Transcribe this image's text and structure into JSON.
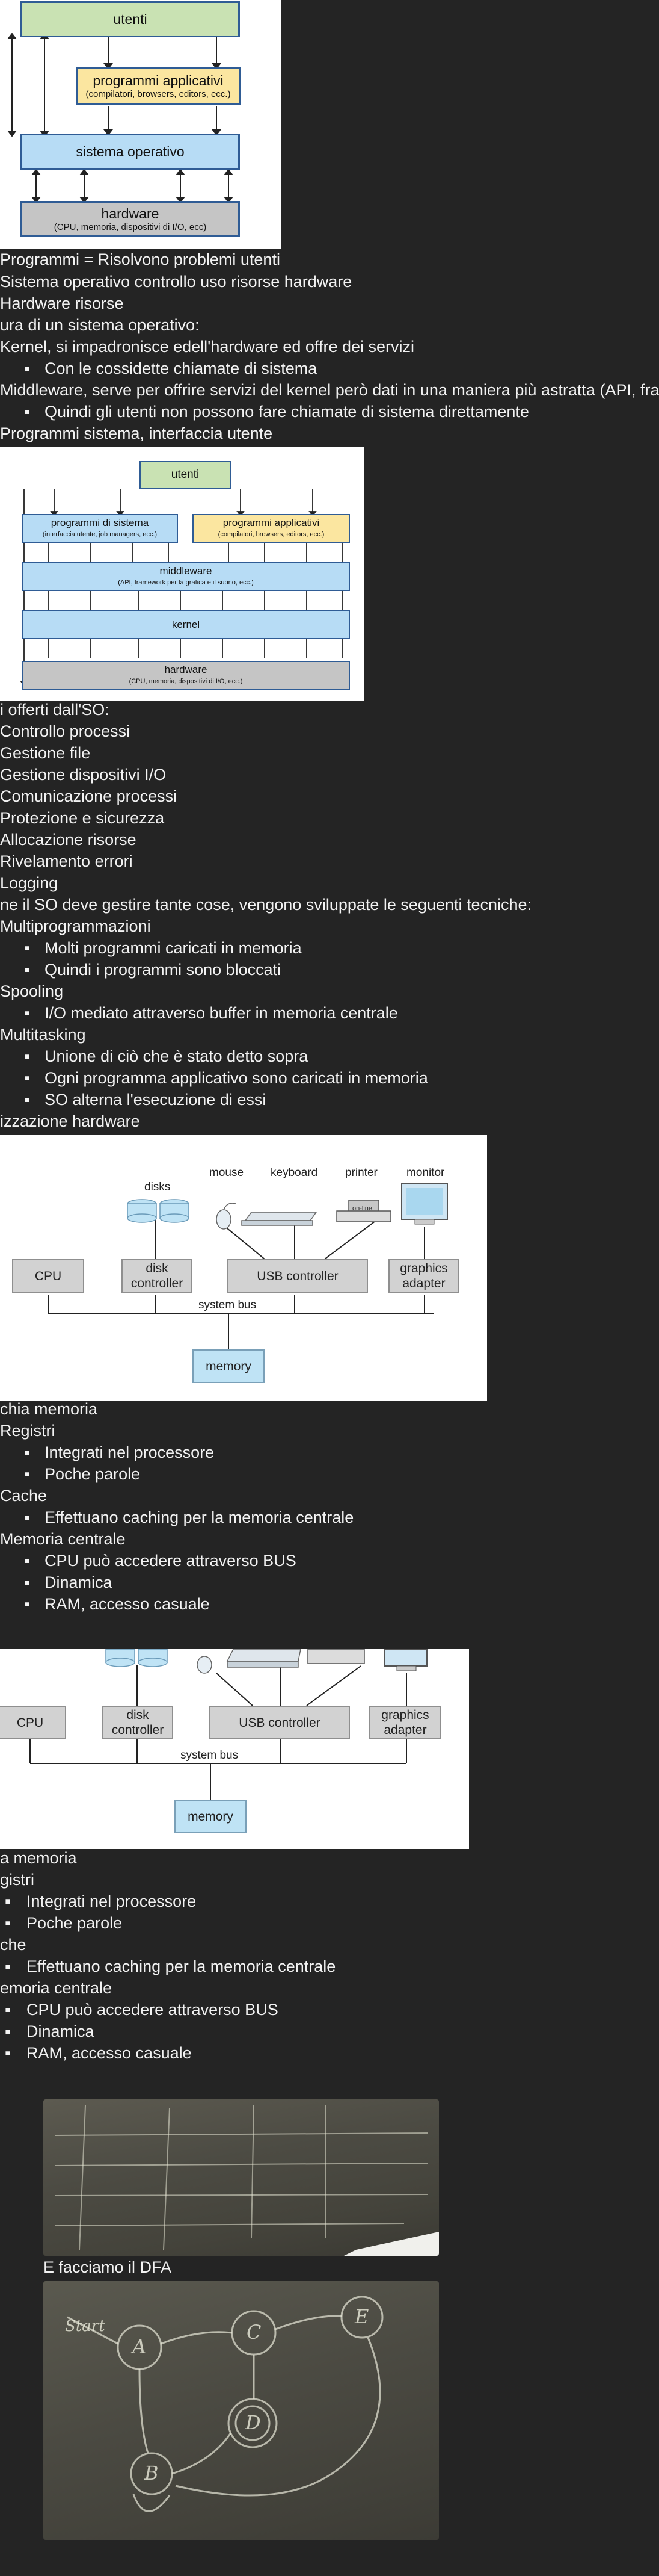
{
  "diagram1": {
    "utenti": "utenti",
    "programmi": "programmi applicativi",
    "programmi_sub": "(compilatori, browsers, editors, ecc.)",
    "sistema": "sistema operativo",
    "hardware": "hardware",
    "hardware_sub": "(CPU, memoria, dispositivi di I/O, ecc)"
  },
  "lines_a": [
    "Programmi = Risolvono problemi utenti",
    "Sistema operativo controllo uso risorse hardware",
    "Hardware risorse",
    "ura di un sistema operativo:",
    "Kernel, si impadronisce edell'hardware ed offre dei servizi"
  ],
  "bullet_a1": "Con le cossidette chiamate di sistema",
  "line_mid": "Middleware, serve per offrire servizi del kernel però dati in una maniera più astratta (API, fram",
  "bullet_a2": "Quindi gli utenti non possono fare chiamate di sistema direttamente",
  "line_prog": "Programmi sistema, interfaccia utente",
  "diagram2": {
    "utenti": "utenti",
    "sys": "programmi di sistema",
    "sys_sub": "(interfaccia utente, job  managers, ecc.)",
    "app": "programmi applicativi",
    "app_sub": "(compilatori, browsers, editors, ecc.)",
    "middle": "middleware",
    "middle_sub": "(API, framework per la grafica e il suono, ecc.)",
    "kernel": "kernel",
    "hardware": "hardware",
    "hardware_sub": "(CPU, memoria, dispositivi di I/O, ecc.)"
  },
  "services": [
    "i offerti dall'SO:",
    "Controllo processi",
    "Gestione file",
    "Gestione dispositivi I/O",
    "Comunicazione processi",
    "Protezione e sicurezza",
    "Allocazione risorse",
    "Rivelamento errori",
    "Logging",
    "ne il SO deve gestire tante cose, vengono sviluppate le seguenti tecniche:",
    "Multiprogrammazioni"
  ],
  "multi_bullets": [
    "Molti programmi caricati in memoria",
    "Quindi i programmi sono bloccati"
  ],
  "spooling": "Spooling",
  "spool_bullet": "I/O mediato attraverso buffer in memoria centrale",
  "multitasking": "Multitasking",
  "task_bullets": [
    "Unione di ciò che è stato detto sopra",
    "Ogni programma applicativo sono caricati in memoria",
    "SO alterna l'esecuzione di essi"
  ],
  "hw_heading": "izzazione hardware",
  "hw": {
    "disks": "disks",
    "mouse": "mouse",
    "keyboard": "keyboard",
    "printer": "printer",
    "monitor": "monitor",
    "online": "on-line",
    "cpu": "CPU",
    "disk_controller": "disk controller",
    "usb": "USB controller",
    "graphics": "graphics adapter",
    "bus": "system bus",
    "memory": "memory"
  },
  "mem1": {
    "title": "chia memoria",
    "registri": "Registri",
    "reg_b": [
      "Integrati nel processore",
      "Poche parole"
    ],
    "cache": "Cache",
    "cache_b": [
      "Effettuano caching per la memoria centrale"
    ],
    "centrale": "Memoria centrale",
    "cent_b": [
      "CPU può accedere attraverso BUS",
      "Dinamica",
      "RAM, accesso casuale"
    ]
  },
  "mem2": {
    "title": "a memoria",
    "registri": "gistri",
    "reg_b": [
      "Integrati nel processore",
      "Poche parole"
    ],
    "cache": "che",
    "cache_b": [
      "Effettuano caching per la memoria centrale"
    ],
    "centrale": "emoria centrale",
    "cent_b": [
      "CPU può accedere attraverso BUS",
      "Dinamica",
      "RAM, accesso casuale"
    ]
  },
  "dfa_caption": "E facciamo il DFA",
  "photo2": {
    "start": "Start",
    "a": "A",
    "c": "C",
    "e": "E",
    "d": "D",
    "b": "B"
  }
}
